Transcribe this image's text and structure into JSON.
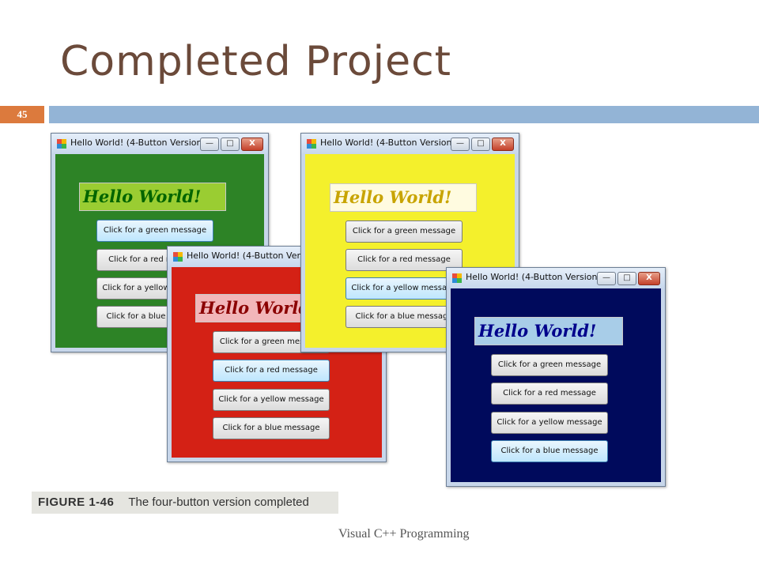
{
  "slide": {
    "title": "Completed Project",
    "slide_number": "45",
    "footer": "Visual C++ Programming"
  },
  "figure": {
    "label": "FIGURE 1-46",
    "caption": "The four-button version completed"
  },
  "window_common": {
    "title": "Hello World! (4-Button Version)",
    "minimize_glyph": "—",
    "maximize_glyph": "□",
    "close_glyph": "X",
    "hello_text": "Hello World!",
    "buttons": [
      "Click for a green message",
      "Click for a red message",
      "Click for a yellow message",
      "Click for a blue message"
    ]
  },
  "colors": {
    "green_bg": "#2d8326",
    "green_label_bg": "#9acd32",
    "green_label_text": "#006400",
    "red_bg": "#d42115",
    "red_label_bg": "#f2b6b9",
    "red_label_text": "#8b0000",
    "yellow_bg": "#f4f02c",
    "yellow_label_bg": "#fffbe0",
    "yellow_label_text": "#c8a400",
    "blue_bg": "#000a5c",
    "blue_label_bg": "#a8cde8",
    "blue_label_text": "#00008b"
  }
}
